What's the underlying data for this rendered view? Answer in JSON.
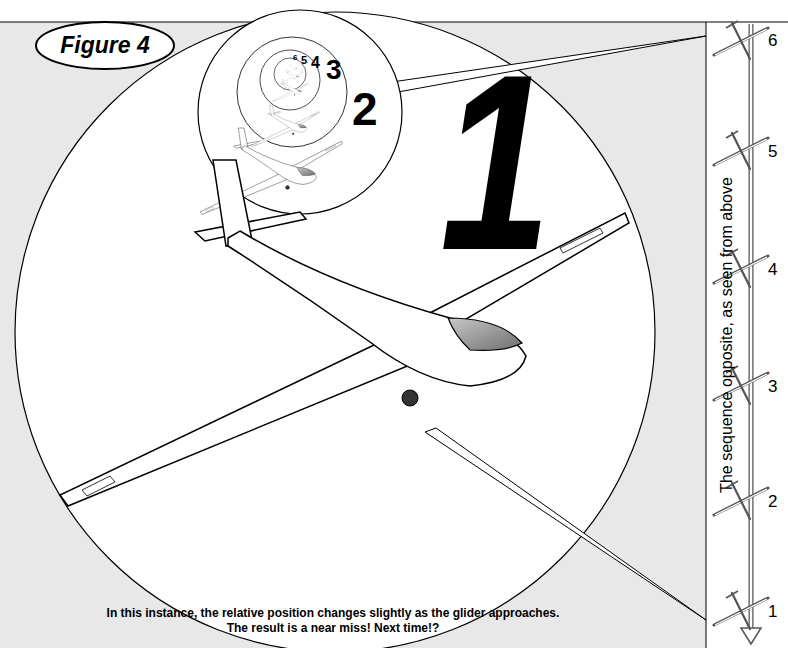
{
  "diagram": {
    "caption": "In this instance, the relative position changes slightly as the glider approaches. The result is a near miss! Next time!?",
    "nodes": [
      {
        "text": [
          "Figure 4"
        ]
      }
    ],
    "labels": [
      "1",
      "2",
      "3",
      "4",
      "5",
      "6",
      "The sequence opposite, as seen from above",
      "6",
      "5",
      "4",
      "3",
      "2",
      "1"
    ]
  }
}
